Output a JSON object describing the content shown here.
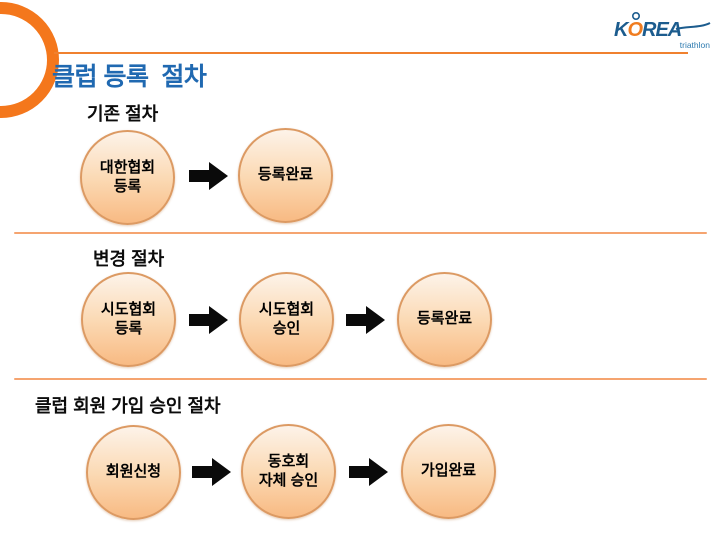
{
  "page": {
    "title": "클럽 등록  절차"
  },
  "logo": {
    "k": "K",
    "o": "O",
    "rea": "REA",
    "tagline": "triathlon"
  },
  "colors": {
    "accent_orange": "#f4771c",
    "divider_orange": "#f5a470",
    "title_blue": "#2069b1",
    "logo_blue": "#1c5c8e",
    "logo_orange": "#f07c1f",
    "circle_fill_top": "#fdf3e9",
    "circle_fill_bottom": "#f8ba83",
    "circle_border": "#dc9a63",
    "arrow_black": "#0a0a0a"
  },
  "sections": [
    {
      "heading": "기존 절차",
      "steps": [
        {
          "label": "대한협회\n등록"
        },
        {
          "label": "등록완료"
        }
      ]
    },
    {
      "heading": "변경 절차",
      "steps": [
        {
          "label": "시도협회\n등록"
        },
        {
          "label": "시도협회\n승인"
        },
        {
          "label": "등록완료"
        }
      ]
    },
    {
      "heading": "클럽 회원 가입 승인 절차",
      "steps": [
        {
          "label": "회원신청"
        },
        {
          "label": "동호회\n자체 승인"
        },
        {
          "label": "가입완료"
        }
      ]
    }
  ]
}
